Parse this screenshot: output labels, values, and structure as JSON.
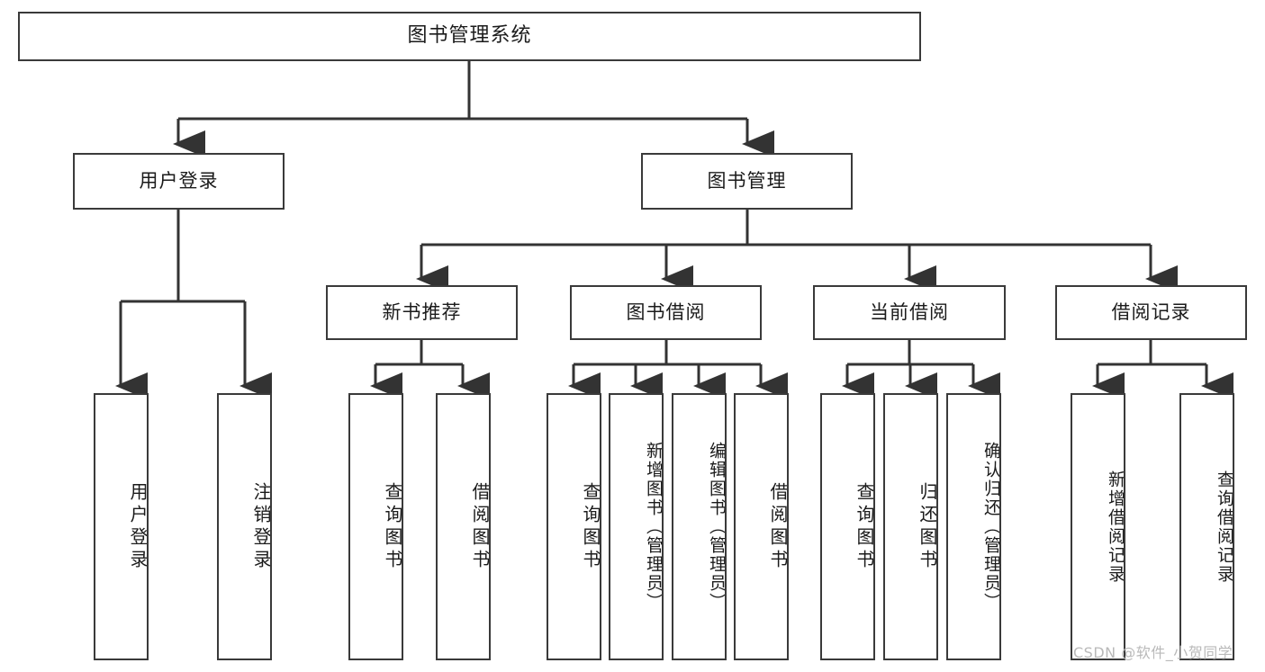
{
  "diagram": {
    "title": "图书管理系统",
    "watermark": "CSDN @软件_小贺同学",
    "colors": {
      "box_border": "#3a3a3a",
      "box_fill": "#ffffff",
      "connector": "#333333",
      "text": "#1b1b1b",
      "watermark": "#b9b9b9"
    },
    "root": {
      "label": "图书管理系统"
    },
    "level2": [
      {
        "label": "用户登录"
      },
      {
        "label": "图书管理"
      }
    ],
    "level3": [
      {
        "label": "新书推荐"
      },
      {
        "label": "图书借阅"
      },
      {
        "label": "当前借阅"
      },
      {
        "label": "借阅记录"
      }
    ],
    "leaves": {
      "user_login": [
        {
          "label": "用户登录"
        },
        {
          "label": "注销登录"
        }
      ],
      "new_book_recommend": [
        {
          "label": "查询图书"
        },
        {
          "label": "借阅图书"
        }
      ],
      "book_borrow": [
        {
          "label": "查询图书"
        },
        {
          "label": "新增图书（管理员）"
        },
        {
          "label": "编辑图书（管理员）"
        },
        {
          "label": "借阅图书"
        }
      ],
      "current_borrow": [
        {
          "label": "查询图书"
        },
        {
          "label": "归还图书"
        },
        {
          "label": "确认归还（管理员）"
        }
      ],
      "borrow_record": [
        {
          "label": "新增借阅记录"
        },
        {
          "label": "查询借阅记录"
        }
      ]
    }
  }
}
